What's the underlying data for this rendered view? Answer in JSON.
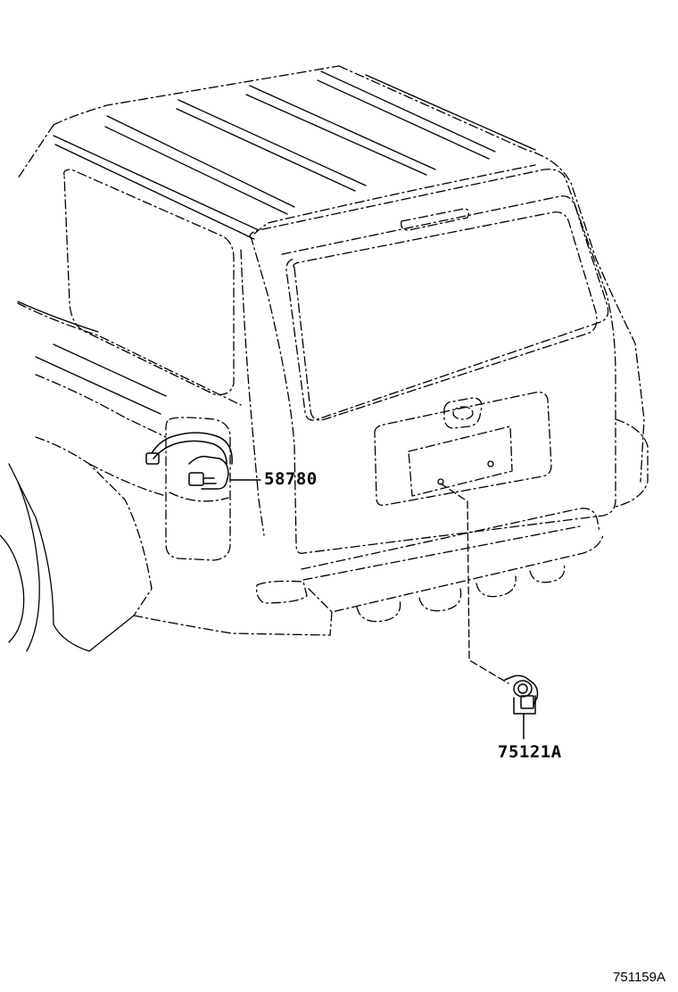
{
  "parts": [
    {
      "id": "58780",
      "label": "58780"
    },
    {
      "id": "75121A",
      "label": "75121A"
    }
  ],
  "illustration_code": "751159A"
}
